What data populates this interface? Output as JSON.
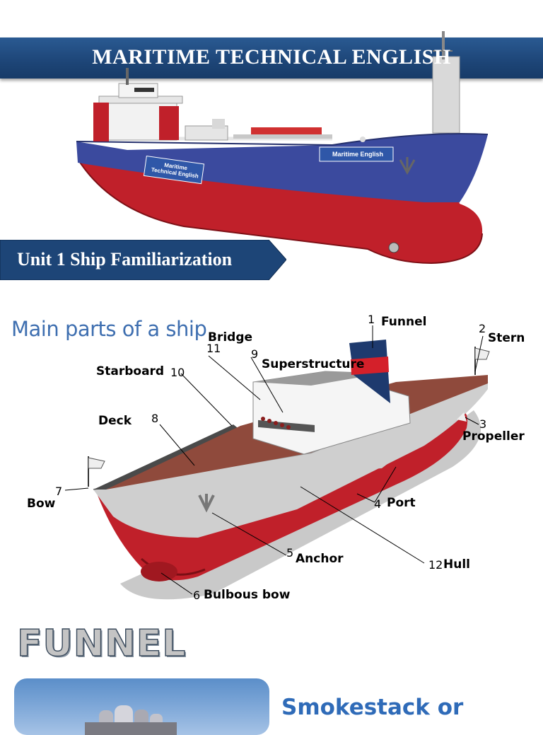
{
  "header": {
    "title": "MARITIME TECHNICAL  ENGLISH"
  },
  "hero": {
    "hull_text_bow": "Maritime English",
    "hull_text_side_line1": "Maritime",
    "hull_text_side_line2": "Technical English"
  },
  "unit": {
    "title": "Unit 1  Ship Familiarization"
  },
  "diagram": {
    "heading": "Main parts of a ship",
    "parts": [
      {
        "num": "1",
        "label": "Funnel"
      },
      {
        "num": "2",
        "label": "Stern"
      },
      {
        "num": "3",
        "label": "Propeller"
      },
      {
        "num": "4",
        "label": "Port"
      },
      {
        "num": "5",
        "label": "Anchor"
      },
      {
        "num": "6",
        "label": "Bulbous bow"
      },
      {
        "num": "7",
        "label": "Bow"
      },
      {
        "num": "8",
        "label": "Deck"
      },
      {
        "num": "9",
        "label": "Superstructure"
      },
      {
        "num": "10",
        "label": "Starboard"
      },
      {
        "num": "11",
        "label": "Bridge"
      },
      {
        "num": "12",
        "label": "Hull"
      }
    ]
  },
  "funnel_section": {
    "heading": "FUNNEL",
    "subheading": "Smokestack or"
  },
  "colors": {
    "navy": "#1d4577",
    "hull_red": "#c0202a",
    "hull_blue": "#3b4a9e",
    "heading_blue": "#3f6fb0"
  }
}
